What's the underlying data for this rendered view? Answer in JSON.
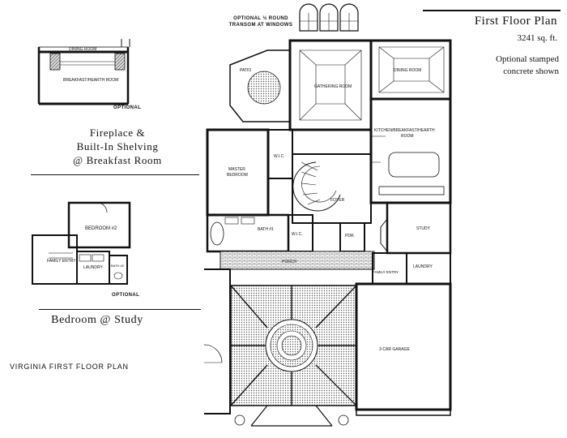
{
  "header": {
    "title": "First Floor Plan",
    "sqft": "3241 sq. ft.",
    "note_line1": "Optional stamped",
    "note_line2": "concrete shown",
    "transom_line1": "OPTIONAL ½ ROUND",
    "transom_line2": "TRANSOM AT WINDOWS"
  },
  "inset_fireplace": {
    "label_dining": "DINING ROOM",
    "label_breakfast": "BREAKFAST/HEARTH ROOM",
    "optional": "OPTIONAL",
    "callout_line1": "Fireplace &",
    "callout_line2": "Built-In Shelving",
    "callout_line3": "@ Breakfast Room"
  },
  "inset_bedroom": {
    "label_bedroom": "BEDROOM #2",
    "label_laundry": "LAUNDRY",
    "label_family_entry": "FAMILY ENTRY",
    "label_bath": "BATH #2",
    "optional": "OPTIONAL",
    "callout": "Bedroom @ Study"
  },
  "plan_name": "VIRGINIA FIRST FLOOR PLAN",
  "rooms": {
    "patio": "PATIO",
    "gathering": "GATHERING ROOM",
    "dining": "DINING ROOM",
    "kitchen_line1": "KITCHEN/BREAKFAST/HEARTH",
    "kitchen_line2": "ROOM",
    "master_line1": "MASTER",
    "master_line2": "BEDROOM",
    "wic": "W.I.C.",
    "foyer": "FOYER",
    "bath1": "BATH #1",
    "study": "STUDY",
    "family_entry": "FAMILY ENTRY",
    "laundry": "LAUNDRY",
    "pwdr": "PDR.",
    "garage": "3-CAR GARAGE",
    "porch": "PORCH"
  }
}
